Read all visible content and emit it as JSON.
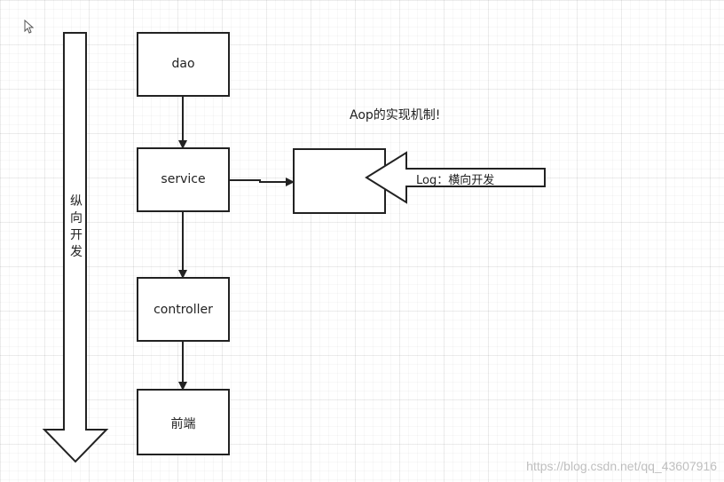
{
  "diagram": {
    "nodes": {
      "dao": "dao",
      "service": "service",
      "controller": "controller",
      "frontend": "前端"
    },
    "vertical_arrow_label": "纵向开发",
    "aop_title": "Aop的实现机制!",
    "horizontal_arrow_label": "Log：横向开发"
  },
  "watermark": "https://blog.csdn.net/qq_43607916",
  "icons": {
    "cursor": "mouse-pointer-icon"
  }
}
